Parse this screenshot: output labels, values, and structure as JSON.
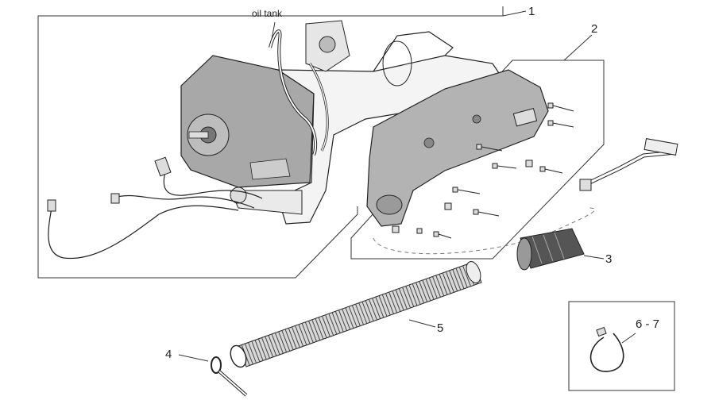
{
  "annotations": {
    "oil_tank": "oil tank"
  },
  "callouts": [
    {
      "id": "engine-assembly",
      "label": "1"
    },
    {
      "id": "transmission-cover",
      "label": "2"
    },
    {
      "id": "intake-sleeve",
      "label": "3"
    },
    {
      "id": "hose-clamp",
      "label": "4"
    },
    {
      "id": "flexible-duct",
      "label": "5"
    },
    {
      "id": "spring-clip",
      "label": "6 - 7"
    }
  ]
}
